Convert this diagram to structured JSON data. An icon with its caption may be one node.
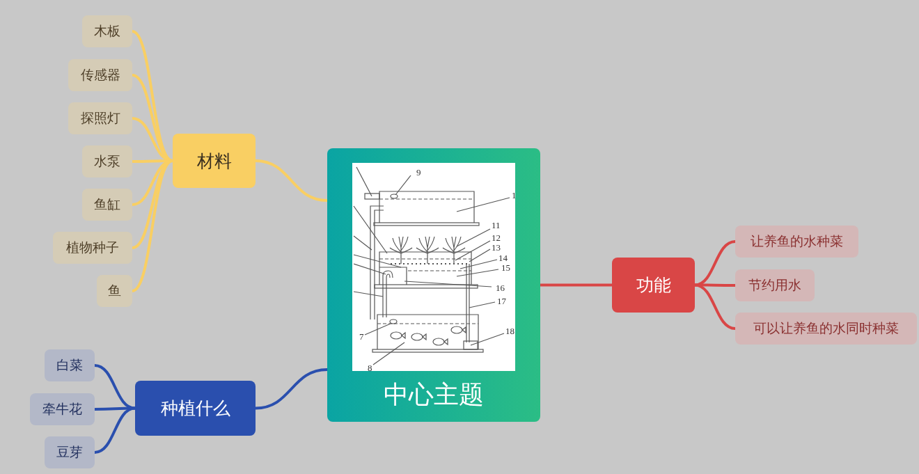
{
  "diagram": {
    "nodes": [
      {
        "text": [
          "中心主题"
        ]
      },
      {
        "text": [
          "材料"
        ]
      },
      {
        "text": [
          "木板"
        ]
      },
      {
        "text": [
          "传感器"
        ]
      },
      {
        "text": [
          "探照灯"
        ]
      },
      {
        "text": [
          "水泵"
        ]
      },
      {
        "text": [
          "鱼缸"
        ]
      },
      {
        "text": [
          "植物种子"
        ]
      },
      {
        "text": [
          "鱼"
        ]
      },
      {
        "text": [
          "种植什么"
        ]
      },
      {
        "text": [
          "白菜"
        ]
      },
      {
        "text": [
          "牵牛花"
        ]
      },
      {
        "text": [
          "豆芽"
        ]
      },
      {
        "text": [
          "功能"
        ]
      },
      {
        "text": [
          "让养鱼的水种菜"
        ]
      },
      {
        "text": [
          "节约用水"
        ]
      },
      {
        "text": [
          "可以让养鱼的水同时种菜"
        ]
      }
    ],
    "edges": [
      {
        "from": 0,
        "to": 1,
        "arrow": "none"
      },
      {
        "from": 1,
        "to": 2,
        "arrow": "none"
      },
      {
        "from": 1,
        "to": 3,
        "arrow": "none"
      },
      {
        "from": 1,
        "to": 4,
        "arrow": "none"
      },
      {
        "from": 1,
        "to": 5,
        "arrow": "none"
      },
      {
        "from": 1,
        "to": 6,
        "arrow": "none"
      },
      {
        "from": 1,
        "to": 7,
        "arrow": "none"
      },
      {
        "from": 1,
        "to": 8,
        "arrow": "none"
      },
      {
        "from": 0,
        "to": 9,
        "arrow": "none",
        "color": "#2a4fae"
      },
      {
        "from": 9,
        "to": 10,
        "arrow": "none",
        "color": "#2a4fae"
      },
      {
        "from": 9,
        "to": 11,
        "arrow": "none",
        "color": "#2a4fae"
      },
      {
        "from": 9,
        "to": 12,
        "arrow": "none",
        "color": "#2a4fae"
      },
      {
        "from": 0,
        "to": 13,
        "arrow": "none",
        "color": "#d94646"
      },
      {
        "from": 13,
        "to": 14,
        "arrow": "none",
        "color": "#d94646"
      },
      {
        "from": 13,
        "to": 15,
        "arrow": "none",
        "color": "#d94646"
      },
      {
        "from": 13,
        "to": 16,
        "arrow": "none",
        "color": "#d94646"
      }
    ],
    "labels": [
      "9",
      "1",
      "11",
      "12",
      "13",
      "14",
      "15",
      "16",
      "17",
      "7",
      "18",
      "8"
    ]
  }
}
